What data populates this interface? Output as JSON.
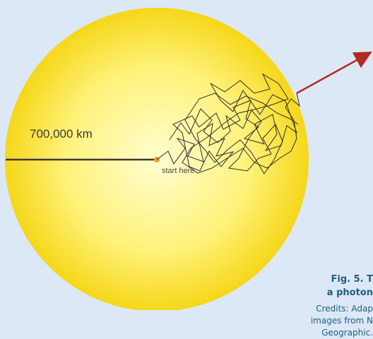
{
  "figure": {
    "radius_label": "700,000 km",
    "start_label": "start here",
    "title_label": "Fig. 5.",
    "title_rest": " T",
    "title_line2": "a photon",
    "credits_line1": "Credits: Adap",
    "credits_line2": "images from N",
    "credits_line3": "Geographic."
  },
  "colors": {
    "background": "#dce8f6",
    "sun_center": "#fffbb0",
    "sun_edge": "#f5d400",
    "radius_line": "#3f3a33",
    "start_dot": "#e7a12a",
    "photon_path": "#2e2e2e",
    "arrow": "#b22a22",
    "caption": "#1f5e86"
  }
}
